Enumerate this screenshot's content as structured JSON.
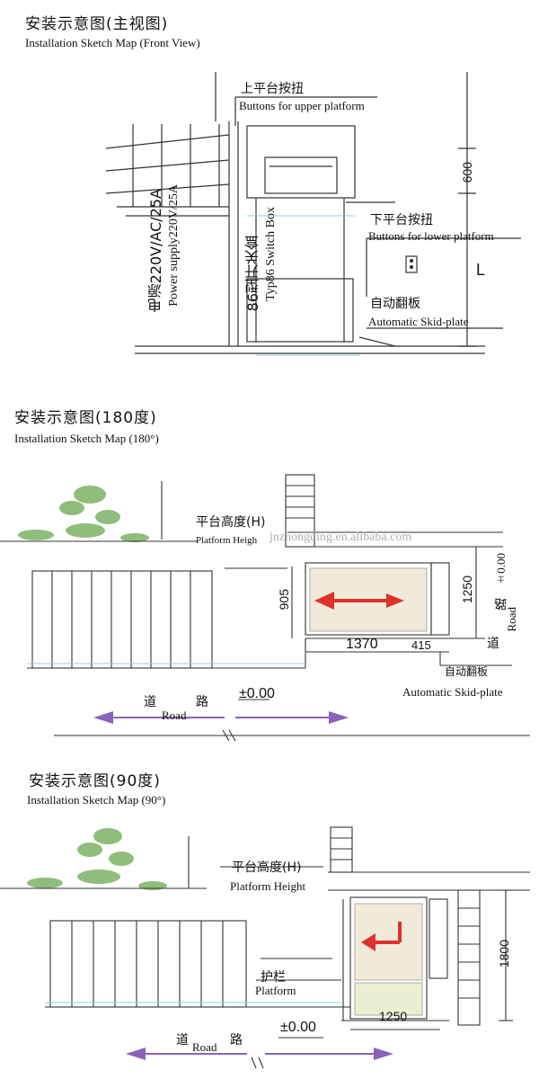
{
  "front": {
    "title_zh": "安装示意图(主视图)",
    "title_en": "Installation Sketch Map (Front View)",
    "upper_btn_zh": "上平台按扭",
    "upper_btn_en": "Buttons for upper platform",
    "lower_btn_zh": "下平台按扭",
    "lower_btn_en": "Buttons for lower platform",
    "skid_zh": "自动翻板",
    "skid_en": "Automatic Skid-plate",
    "power_zh": "电源220V/AC/25A",
    "power_en": "Power supply220V/25A",
    "switch_zh": "86型开关盒",
    "switch_en": "Typ86 Switch Box",
    "dim_600": "600",
    "dim_L": "L"
  },
  "view180": {
    "title_zh": "安装示意图(180度)",
    "title_en": "Installation Sketch Map (180°)",
    "height_zh": "平台高度(H)",
    "height_en": "Platform Heigh",
    "dim_905": "905",
    "dim_1370": "1370",
    "dim_415": "415",
    "dim_1250": "1250",
    "road_zh_a": "道",
    "road_zh_b": "路",
    "road_en": "Road",
    "zero": "±0.00",
    "skid_zh": "自动翻板",
    "skid_en": "Automatic Skid-plate",
    "watermark": "jnzhongding.en.alibaba.com"
  },
  "view90": {
    "title_zh": "安装示意图(90度)",
    "title_en": "Installation Sketch Map (90°)",
    "height_zh": "平台高度(H)",
    "height_en": "Platform Height",
    "rail_zh": "护栏",
    "rail_en": "Platform",
    "dim_1800": "1800",
    "dim_1250": "1250",
    "road_zh_a": "道",
    "road_zh_b": "路",
    "road_en": "Road",
    "zero": "±0.00"
  },
  "colors": {
    "line": "#333333",
    "arrow_red": "#e0312c",
    "arrow_purple": "#8a63b8",
    "plant": "#6aa84f",
    "cyan": "#8fd1d8"
  }
}
